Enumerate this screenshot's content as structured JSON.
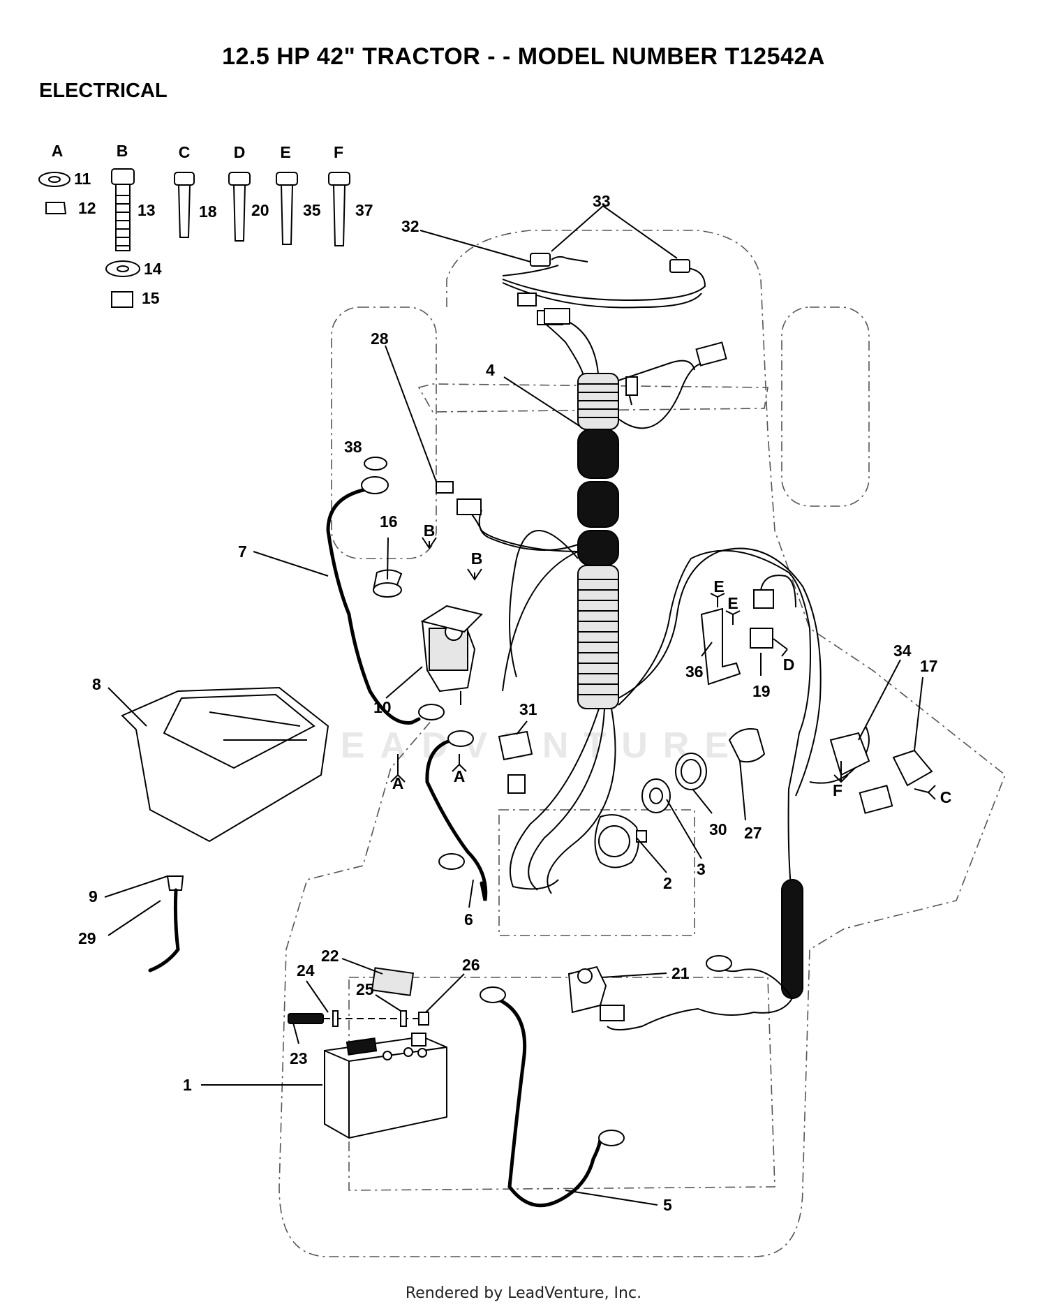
{
  "title": "12.5 HP 42\"  TRACTOR - - MODEL NUMBER T12542A",
  "section": "ELECTRICAL",
  "hardware_key": [
    {
      "letter": "A",
      "parts": [
        "11",
        "12"
      ]
    },
    {
      "letter": "B",
      "parts": [
        "13",
        "14",
        "15"
      ]
    },
    {
      "letter": "C",
      "parts": [
        "18"
      ]
    },
    {
      "letter": "D",
      "parts": [
        "20"
      ]
    },
    {
      "letter": "E",
      "parts": [
        "35"
      ]
    },
    {
      "letter": "F",
      "parts": [
        "37"
      ]
    }
  ],
  "hardware_refs": [
    "B",
    "B",
    "A",
    "A",
    "E",
    "E",
    "D",
    "F",
    "C"
  ],
  "callouts": [
    "1",
    "2",
    "3",
    "4",
    "5",
    "6",
    "7",
    "8",
    "9",
    "10",
    "11",
    "12",
    "13",
    "14",
    "15",
    "16",
    "17",
    "18",
    "19",
    "20",
    "21",
    "22",
    "23",
    "24",
    "25",
    "26",
    "27",
    "28",
    "29",
    "30",
    "31",
    "32",
    "33",
    "34",
    "35",
    "36",
    "37",
    "38"
  ],
  "watermark": "LEADVENTURE",
  "footer": "Rendered by LeadVenture, Inc."
}
